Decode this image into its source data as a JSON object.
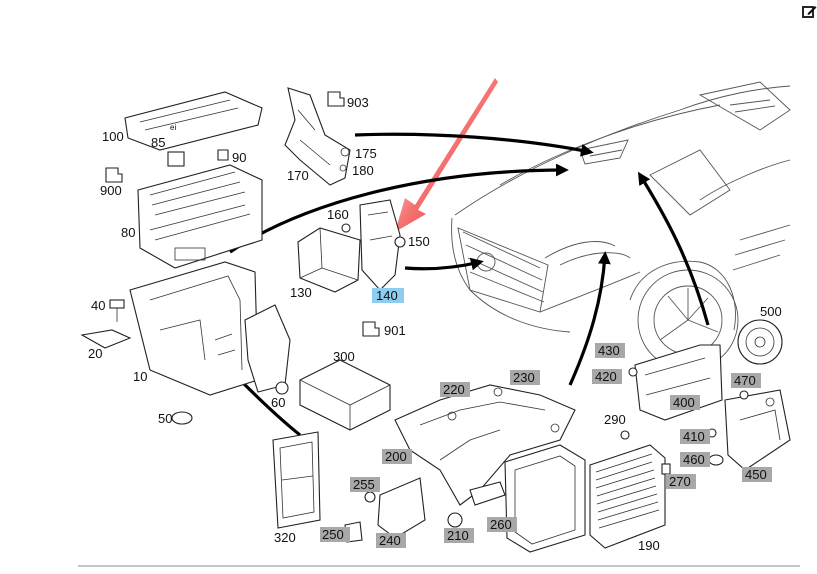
{
  "diagram": {
    "labels": {
      "p100": "100",
      "p85": "85",
      "p90": "90",
      "p900": "900",
      "p80": "80",
      "p903": "903",
      "p175": "175",
      "p170": "170",
      "p180": "180",
      "p160": "160",
      "p150": "150",
      "p130": "130",
      "p140": "140",
      "p901": "901",
      "p40": "40",
      "p20": "20",
      "p10": "10",
      "p50": "50",
      "p60": "60",
      "p300": "300",
      "p320": "320",
      "p220": "220",
      "p230": "230",
      "p200": "200",
      "p255": "255",
      "p250": "250",
      "p240": "240",
      "p210": "210",
      "p260": "260",
      "p190": "190",
      "p430": "430",
      "p420": "420",
      "p290": "290",
      "p400": "400",
      "p410": "410",
      "p460": "460",
      "p270": "270",
      "p470": "470",
      "p450": "450",
      "p500": "500"
    },
    "highlight_colors": {
      "gray": "#a8a8a8",
      "blue": "#8ecdf0",
      "pointer_arrow": "#e02020"
    },
    "toolbar": {
      "edit_icon": "edit-icon"
    }
  }
}
